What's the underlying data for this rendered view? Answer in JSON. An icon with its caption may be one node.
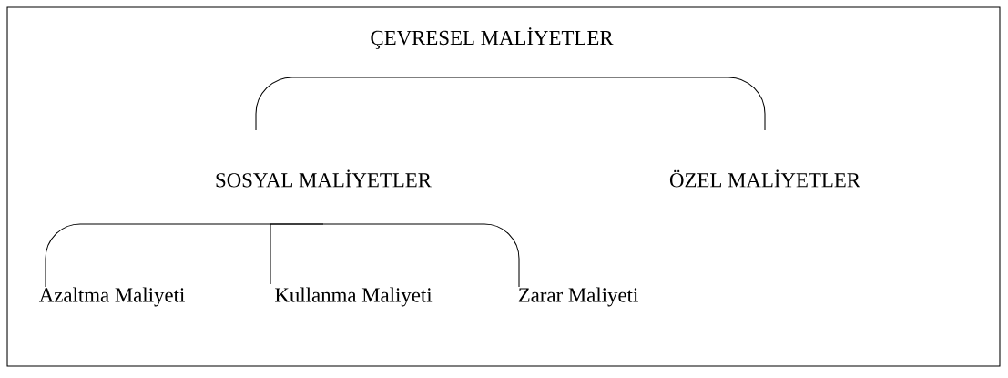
{
  "diagram": {
    "nodes": [
      {
        "text": [
          "ÇEVRESEL MALİYETLER"
        ]
      },
      {
        "text": [
          "SOSYAL MALİYETLER"
        ]
      },
      {
        "text": [
          "ÖZEL MALİYETLER"
        ]
      },
      {
        "text": [
          "Azaltma Maliyeti"
        ]
      },
      {
        "text": [
          "Kullanma Maliyeti"
        ]
      },
      {
        "text": [
          "Zarar Maliyeti"
        ]
      }
    ],
    "edges": [
      {
        "from": 0,
        "to": 1,
        "arrow": "none"
      },
      {
        "from": 0,
        "to": 2,
        "arrow": "none"
      },
      {
        "from": 1,
        "to": 3,
        "arrow": "none"
      },
      {
        "from": 1,
        "to": 4,
        "arrow": "none"
      },
      {
        "from": 1,
        "to": 5,
        "arrow": "none"
      }
    ]
  }
}
